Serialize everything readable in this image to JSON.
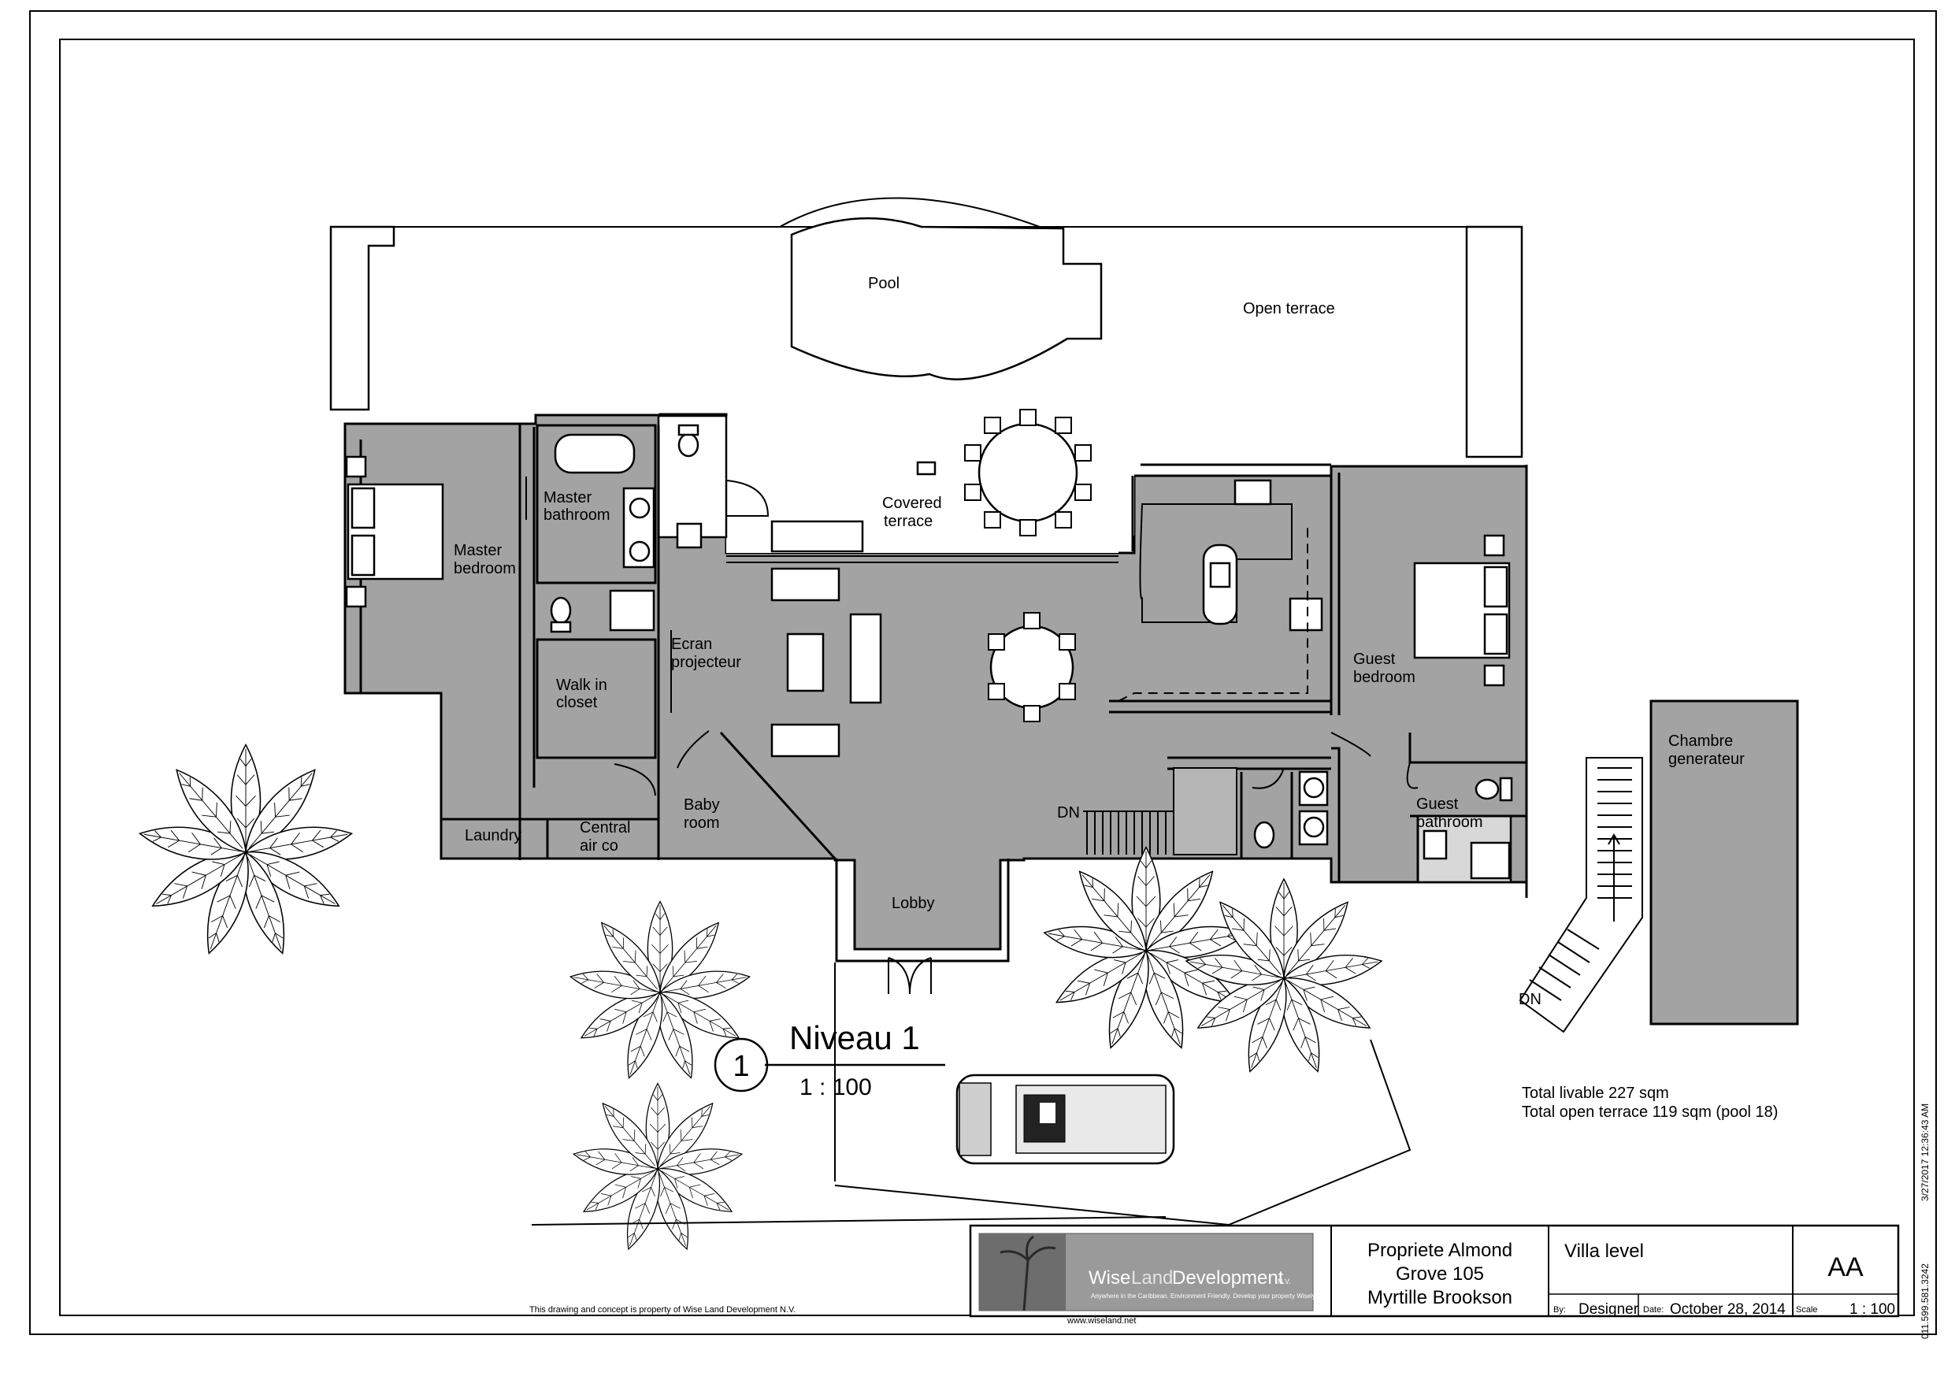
{
  "rooms": {
    "pool": "Pool",
    "open_terrace": "Open terrace",
    "covered_terrace": [
      "Covered",
      "terrace"
    ],
    "master_bathroom": [
      "Master",
      "bathroom"
    ],
    "master_bedroom": [
      "Master",
      "bedroom"
    ],
    "walk_in_closet": [
      "Walk in",
      "closet"
    ],
    "ecran_projecteur": [
      "Ecran",
      "projecteur"
    ],
    "guest_bedroom": [
      "Guest",
      "bedroom"
    ],
    "chambre_generateur": [
      "Chambre",
      "generateur"
    ],
    "guest_bathroom": [
      "Guest",
      "bathroom"
    ],
    "laundry": "Laundry",
    "central_air_co": [
      "Central",
      "air co"
    ],
    "baby_room": [
      "Baby",
      "room"
    ],
    "lobby": "Lobby",
    "stair_dn_main": "DN",
    "stair_dn_ext": "DN"
  },
  "view_marker": {
    "number": "1",
    "title": "Niveau 1",
    "scale": "1 : 100"
  },
  "area_totals": {
    "livable": "Total livable 227 sqm",
    "terrace": "Total open terrace 119 sqm (pool 18)"
  },
  "copyright_note": "This drawing and concept is property of Wise Land Development N.V.",
  "title_block": {
    "logo": {
      "name_part1": "Wise",
      "name_part2": "Land",
      "name_part3": "Development",
      "suffix": "N.V.",
      "tagline": "Anywhere in the Caribbean. Environment Friendly. Develop your property Wisely",
      "url": "www.wiseland.net"
    },
    "project": [
      "Propriete Almond",
      "Grove 105",
      "Myrtille Brookson"
    ],
    "sheet_name": "Villa level",
    "sheet_number": "AA",
    "by_label": "By:",
    "by_value": "Designer",
    "date_label": "Date:",
    "date_value": "October 28, 2014",
    "scale_label": "Scale",
    "scale_value": "1 : 100"
  },
  "side_stamps": {
    "timestamp": "3/27/2017 12:36:43 AM",
    "ref": "011.599.581.3242"
  }
}
